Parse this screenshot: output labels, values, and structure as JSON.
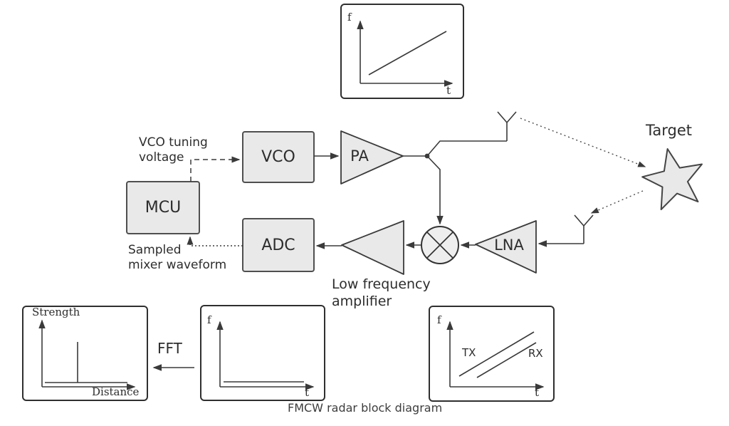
{
  "caption": "FMCW radar block diagram",
  "colors": {
    "block_fill": "#e9e9e9",
    "block_stroke": "#4f4f4f",
    "line": "#3a3a3a",
    "text": "#2d2d2d",
    "chart_border": "#2f2f2f"
  },
  "blocks": {
    "mcu": "MCU",
    "vco": "VCO",
    "pa": "PA",
    "adc": "ADC",
    "lna": "LNA"
  },
  "labels": {
    "vco_tuning_voltage": "VCO tuning\nvoltage",
    "sampled_mixer_waveform": "Sampled\nmixer waveform",
    "low_frequency_amplifier": "Low frequency\namplifier",
    "target": "Target",
    "fft": "FFT"
  },
  "charts": {
    "tx_chirp": {
      "type": "line",
      "ylabel": "f",
      "xlabel": "t",
      "description": "rising linear frequency chirp"
    },
    "spectrum": {
      "type": "line",
      "ylabel": "Strength",
      "xlabel": "Distance",
      "description": "single spike peak above flat baseline"
    },
    "beat": {
      "type": "line",
      "ylabel": "f",
      "xlabel": "t",
      "description": "constant low beat frequency line"
    },
    "tx_rx": {
      "type": "line",
      "ylabel": "f",
      "xlabel": "t",
      "series": [
        {
          "name": "TX"
        },
        {
          "name": "RX"
        }
      ],
      "description": "two parallel rising chirps, RX delayed from TX"
    }
  }
}
